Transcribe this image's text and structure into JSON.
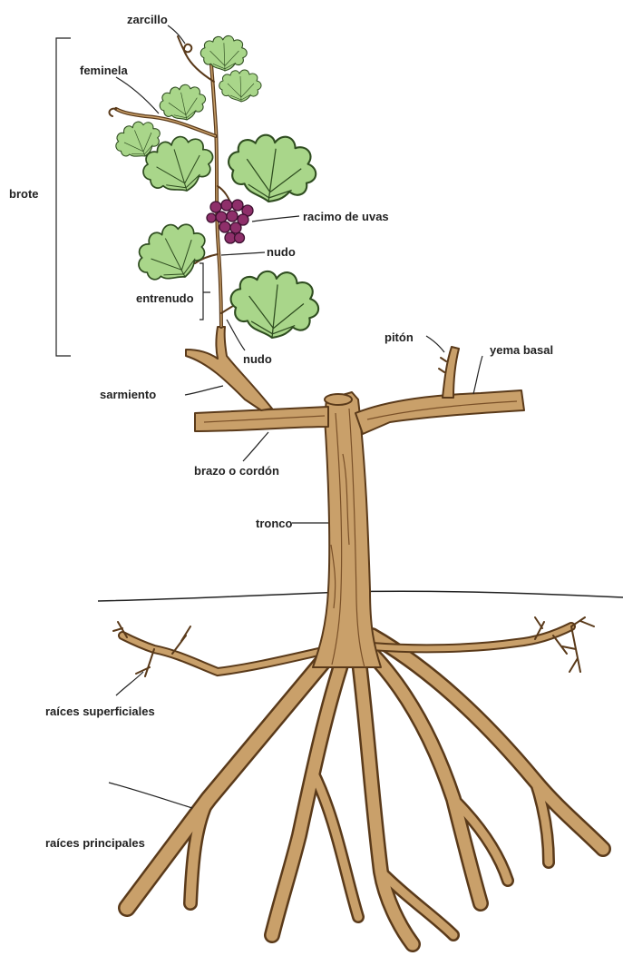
{
  "labels": {
    "zarcillo": "zarcillo",
    "feminela": "feminela",
    "brote": "brote",
    "racimo": "racimo de uvas",
    "nudo_top": "nudo",
    "entrenudo": "entrenudo",
    "nudo_bottom": "nudo",
    "piton": "pitón",
    "yema_basal": "yema basal",
    "sarmiento": "sarmiento",
    "brazo": "brazo o cordón",
    "tronco": "tronco",
    "raices_superficiales": "raíces superficiales",
    "raices_principales": "raíces principales"
  },
  "colors": {
    "wood_fill": "#c9a06a",
    "wood_outline": "#5a3a1a",
    "leaf_fill": "#a9d68a",
    "leaf_outline": "#2f4d20",
    "grape": "#8e2f6a"
  }
}
